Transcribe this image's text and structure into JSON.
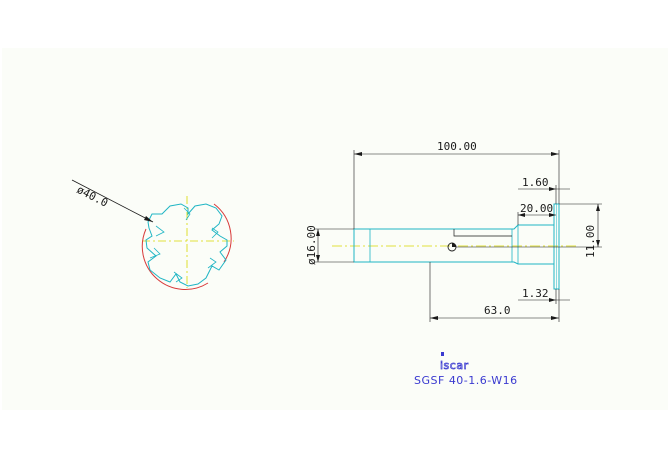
{
  "end_view": {
    "diameter_label": "ø40.0"
  },
  "side_view": {
    "overall_length": "100.00",
    "width_top": "1.60",
    "head_length": "20.00",
    "height": "11.00",
    "shank_diameter": "ø16.00",
    "width_bottom": "1.32",
    "reach_length": "63.0"
  },
  "title_block": {
    "logo_text": "iscar",
    "part_number": "SGSF 40-1.6-W16"
  },
  "colors": {
    "outline": "#1fb5c4",
    "centerline": "#d8d800",
    "dimension": "#1a1a1a",
    "circle": "#d83a3a",
    "caption": "#3a3ad0",
    "panel": "#fbfdf8"
  }
}
